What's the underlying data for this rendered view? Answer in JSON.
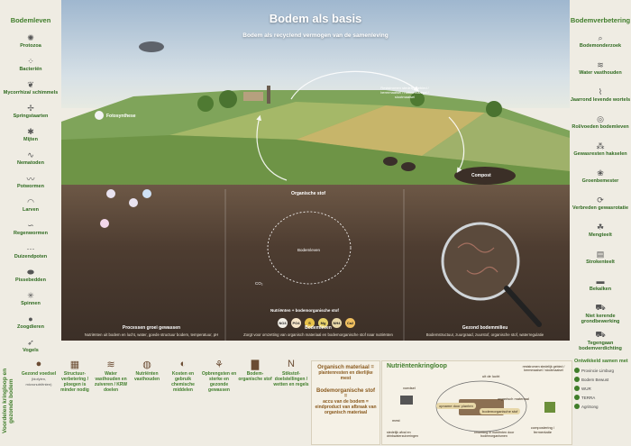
{
  "title": "Bodem als basis",
  "subtitle": "Bodem als recyclend vermogen van de samenleving",
  "left_sidebar": {
    "heading": "Bodemleven",
    "items": [
      {
        "label": "Protozoa",
        "icon": "protozoa-icon"
      },
      {
        "label": "Bacteriën",
        "icon": "bacteria-icon"
      },
      {
        "label": "Mycorrhiza/ schimmels",
        "icon": "fungi-icon"
      },
      {
        "label": "Springstaarten",
        "icon": "springtail-icon"
      },
      {
        "label": "Mijten",
        "icon": "mite-icon"
      },
      {
        "label": "Nematoden",
        "icon": "nematode-icon"
      },
      {
        "label": "Potwormen",
        "icon": "potworm-icon"
      },
      {
        "label": "Larven",
        "icon": "larva-icon"
      },
      {
        "label": "Regenwormen",
        "icon": "earthworm-icon"
      },
      {
        "label": "Duizendpoten",
        "icon": "centipede-icon"
      },
      {
        "label": "Pissebedden",
        "icon": "woodlouse-icon"
      },
      {
        "label": "Spinnen",
        "icon": "spider-icon"
      },
      {
        "label": "Zoogdieren",
        "icon": "mammal-icon"
      },
      {
        "label": "Vogels",
        "icon": "bird-icon"
      }
    ]
  },
  "right_sidebar": {
    "heading": "Bodemverbetering",
    "items": [
      {
        "label": "Bodemonderzoek",
        "icon": "magnifier-icon"
      },
      {
        "label": "Water vasthouden",
        "icon": "water-icon"
      },
      {
        "label": "Jaarrond levende wortels",
        "icon": "roots-icon"
      },
      {
        "label": "Rol/voeden bodemleven",
        "icon": "roller-icon"
      },
      {
        "label": "Gewasresten hakselen",
        "icon": "residue-icon"
      },
      {
        "label": "Groenbemester",
        "icon": "green-manure-icon"
      },
      {
        "label": "Verbreden gewasrotatie",
        "icon": "rotation-icon"
      },
      {
        "label": "Mengteelt",
        "icon": "mixed-crop-icon"
      },
      {
        "label": "Strokenteelt",
        "icon": "strip-crop-icon"
      },
      {
        "label": "Bekalken",
        "icon": "lime-icon"
      },
      {
        "label": "Niet kerende grondbewerking",
        "icon": "tractor-icon"
      },
      {
        "label": "Tegengaan bodemverdichting",
        "icon": "tractor-icon"
      }
    ]
  },
  "scene": {
    "fotosynthese": "Fotosynthese",
    "organische_stof": "Organische stof",
    "bodemleven": "Bodemleven",
    "compost": "Compost",
    "co2": "CO₂",
    "nutrienten_label": "Nutriënten + bodemorganische stof",
    "recycling": "Reststromen stedelijk gebied / bermmaaisel / natuurmaaisel / slootmaaisel",
    "nutrients": [
      "NO3",
      "PO4",
      "S",
      "Mg",
      "NH4",
      "Ca2"
    ],
    "captions": [
      {
        "title": "Processen groei gewassen",
        "text": "Nutriënten uit bodem en lucht, water, goede structuur bodem, temperatuur, pH"
      },
      {
        "title": "Bodemleven",
        "text": "Zorgt voor omzetting van organisch materiaal en bodemorganische stof naar nutriënten"
      },
      {
        "title": "Gezond bodemmilieu",
        "text": "Bodemstructuur, zuurgraad, zuurstof, organische stof, waterregulatie"
      }
    ]
  },
  "bottom": {
    "side_title": "Voordelen kringloop en gezonde bodem",
    "items": [
      {
        "label": "Gezond voedsel",
        "sub": "(biofylen, micronutriënten)",
        "icon": "food-icon"
      },
      {
        "label": "Structuur-verbetering / ploegen is minder nodig",
        "sub": "",
        "icon": "structure-icon"
      },
      {
        "label": "Water vasthouden en zuiveren / KRW doelen",
        "sub": "",
        "icon": "water-icon"
      },
      {
        "label": "Nutriënten vasthouden",
        "sub": "",
        "icon": "nutrient-icon"
      },
      {
        "label": "Kosten en gebruik chemische middelen",
        "sub": "",
        "icon": "cost-icon"
      },
      {
        "label": "Opbrengsten en sterke en gezonde gewassen",
        "sub": "",
        "icon": "crop-icon"
      },
      {
        "label": "Bodem-organische stof",
        "sub": "",
        "icon": "soil-icon"
      },
      {
        "label": "Stikstof-doelstellingen / wetten en regels",
        "sub": "",
        "icon": "nitrogen-icon"
      }
    ],
    "definitions": [
      {
        "head": "Organisch materiaal =",
        "text": "plantenresten en dierlijke mest"
      },
      {
        "head": "Bodemorganische stof =",
        "text": "accu van de bodem = eindproduct van afbraak van organisch materiaal"
      }
    ],
    "cycle": {
      "title": "Nutriëntenkringloop",
      "labels": [
        "uit de lucht",
        "voedsel",
        "reststromen stedelijk gebied / bermmaaisel / slootmaaisel",
        "organisch materiaal",
        "bodemorganische stof",
        "opname door planten",
        "compostering / fermentatie",
        "mest",
        "stedelijk afval en drinkwaterzuiveringen",
        "omzetting in nutriënten door bodemorganismen"
      ]
    },
    "partners_title": "Ontwikkeld samen met",
    "partners": [
      "Provincie Limburg",
      "Bodem Bewust",
      "WUR",
      "TERRA",
      "AgriSong"
    ]
  },
  "colors": {
    "brand": "#3f7d2a",
    "soil": "#4e3d31",
    "panel": "#f5f1e6"
  }
}
